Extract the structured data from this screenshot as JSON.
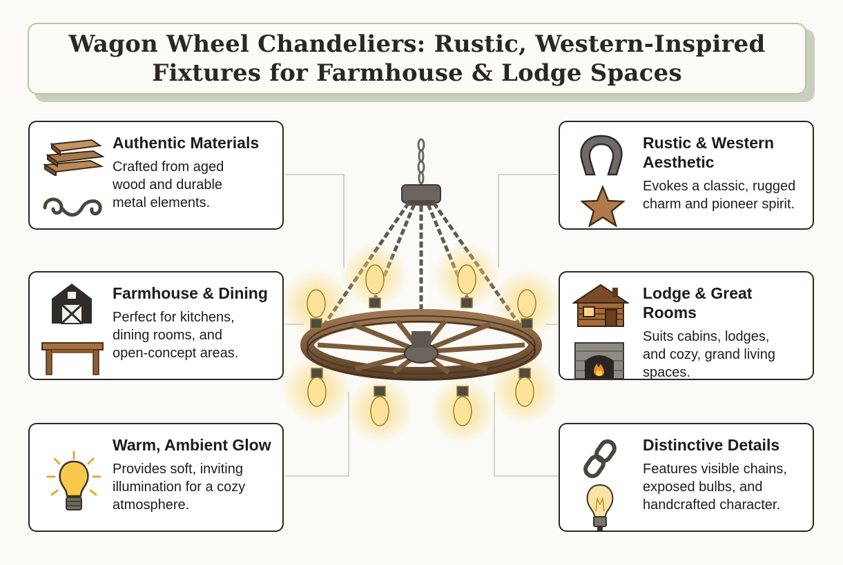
{
  "title": {
    "line1": "Wagon Wheel Chandeliers: Rustic, Western-Inspired",
    "line2": "Fixtures for Farmhouse & Lodge Spaces"
  },
  "cards": [
    {
      "heading": "Authentic Materials",
      "line1": "Crafted from aged",
      "line2": "wood and durable",
      "line3": "metal elements.",
      "icons": [
        "wood-planks-icon",
        "iron-scroll-icon"
      ]
    },
    {
      "heading": "Farmhouse & Dining",
      "line1": "Perfect for kitchens,",
      "line2": "dining rooms, and",
      "line3": "open-concept areas.",
      "icons": [
        "barn-icon",
        "table-icon"
      ]
    },
    {
      "heading": "Warm, Ambient Glow",
      "line1": "Provides soft, inviting",
      "line2": "illumination for a cozy",
      "line3": "atmosphere.",
      "icons": [
        "glowing-bulb-icon"
      ]
    },
    {
      "heading_line1": "Rustic & Western",
      "heading_line2": "Aesthetic",
      "line1": "Evokes a classic, rugged",
      "line2": "charm and pioneer spirit.",
      "icons": [
        "horseshoe-icon",
        "star-icon"
      ]
    },
    {
      "heading": "Lodge & Great Rooms",
      "line1": "Suits cabins, lodges,",
      "line2": "and cozy, grand living",
      "line3": "spaces.",
      "icons": [
        "log-cabin-icon",
        "fireplace-icon"
      ]
    },
    {
      "heading": "Distinctive Details",
      "line1": "Features visible chains,",
      "line2": "exposed bulbs, and",
      "line3": "handcrafted character.",
      "icons": [
        "chain-link-icon",
        "edison-bulb-icon"
      ]
    }
  ],
  "colors": {
    "title_bg": "#fcfcf7",
    "title_border": "#b9c0ad",
    "card_border": "#2a2623",
    "wood": "#8a6440",
    "iron": "#5b5650",
    "glow": "#f7d46a"
  }
}
